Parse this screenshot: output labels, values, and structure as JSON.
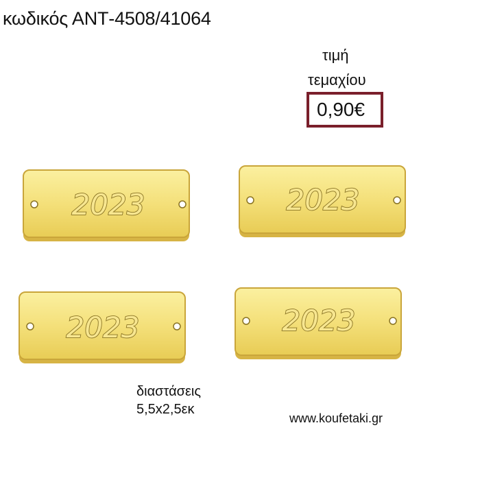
{
  "product": {
    "code_label": "κωδικός ΑΝΤ-4508/41064"
  },
  "price": {
    "label_line1": "τιμή",
    "label_line2": "τεμαχίου",
    "value": "0,90€",
    "frame_color": "#7a1f2b"
  },
  "tags": [
    {
      "text": "2023"
    },
    {
      "text": "2023"
    },
    {
      "text": "2023"
    },
    {
      "text": "2023"
    }
  ],
  "dimensions": {
    "label": "διαστάσεις",
    "value": "5,5x2,5εκ"
  },
  "website": "www.koufetaki.gr",
  "colors": {
    "gold_light": "#f8e98a",
    "gold_mid": "#efd25c",
    "gold_edge": "#c9a53a",
    "engraving": "#8a7424"
  }
}
